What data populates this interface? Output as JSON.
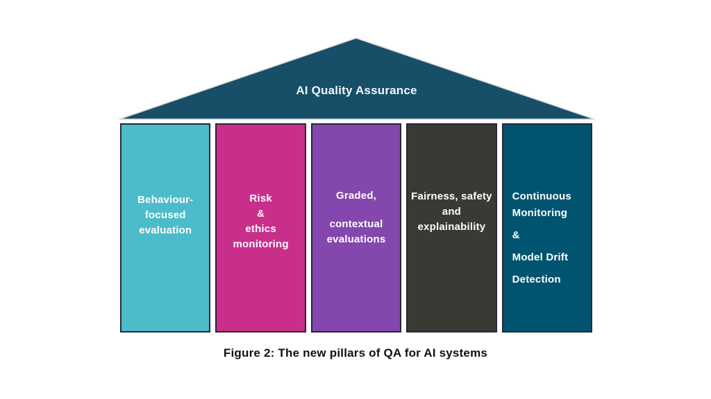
{
  "roof": {
    "title": "AI Quality Assurance",
    "color": "#174f68",
    "outline_color": "#d9d9d9"
  },
  "pillars": [
    {
      "id": "behaviour-focused-evaluation",
      "color": "#4cbcca",
      "text_color": "#ffffff",
      "align": "center",
      "lines": [
        "Behaviour-",
        "focused",
        "evaluation"
      ]
    },
    {
      "id": "risk-ethics-monitoring",
      "color": "#ca2e8b",
      "text_color": "#ffffff",
      "align": "center",
      "lines": [
        "Risk",
        "&",
        "ethics",
        "monitoring"
      ]
    },
    {
      "id": "graded-contextual-evaluations",
      "color": "#8447ae",
      "text_color": "#ffffff",
      "align": "center",
      "lines": [
        "Graded,",
        "",
        "contextual",
        "evaluations"
      ]
    },
    {
      "id": "fairness-safety-explainability",
      "color": "#393a33",
      "text_color": "#ffffff",
      "align": "center",
      "lines": [
        "Fairness, safety",
        "and",
        "explainability"
      ]
    },
    {
      "id": "continuous-monitoring-model-drift-detection",
      "color": "#00546f",
      "text_color": "#ffffff",
      "align": "left",
      "lines": [
        "Continuous",
        "Monitoring",
        "",
        "&",
        "",
        "Model Drift",
        "",
        "Detection"
      ]
    }
  ],
  "caption": "Figure 2: The new pillars of QA for AI systems",
  "colors": {
    "background": "#ffffff",
    "pillar_border": "#262636",
    "caption_text": "#111111"
  }
}
